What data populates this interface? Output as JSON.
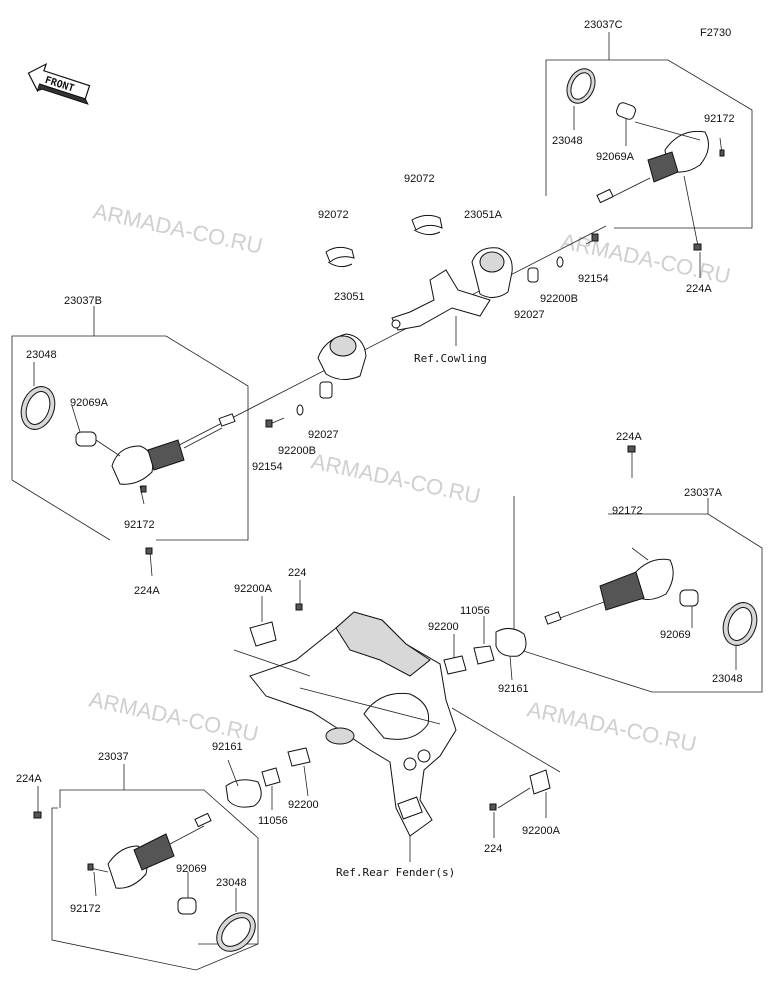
{
  "diagram_code": "F2730",
  "front_label": "FRONT",
  "watermarks": [
    "ARMADA-CO.RU",
    "ARMADA-CO.RU",
    "ARMADA-CO.RU",
    "ARMADA-CO.RU",
    "ARMADA-CO.RU"
  ],
  "refs": {
    "cowling": "Ref.Cowling",
    "rear_fender": "Ref.Rear Fender(s)"
  },
  "labels": {
    "l23037C": "23037C",
    "l92172_rc": "92172",
    "l23048_rc": "23048",
    "l92069A_rc": "92069A",
    "l224A_rc": "224A",
    "l92072_a": "92072",
    "l92072_b": "92072",
    "l23051A": "23051A",
    "l92154_r": "92154",
    "l92200B_r": "92200B",
    "l92027_r": "92027",
    "l23051": "23051",
    "l92154_l": "92154",
    "l92200B_l": "92200B",
    "l92027_l": "92027",
    "l23037B": "23037B",
    "l23048_lc": "23048",
    "l92069A_lc": "92069A",
    "l92172_lc": "92172",
    "l224A_lc": "224A",
    "l224A_ra": "224A",
    "l23037A": "23037A",
    "l92172_ra": "92172",
    "l92069_ra": "92069",
    "l23048_ra": "23048",
    "l92200A_t": "92200A",
    "l224_t": "224",
    "l92200_r": "92200",
    "l11056_r": "11056",
    "l92161_r": "92161",
    "l23037": "23037",
    "l224A_b": "224A",
    "l92161_l": "92161",
    "l11056_l": "11056",
    "l92200_l": "92200",
    "l92069_b": "92069",
    "l23048_b": "23048",
    "l92172_b": "92172",
    "l224_b": "224",
    "l92200A_b": "92200A"
  }
}
